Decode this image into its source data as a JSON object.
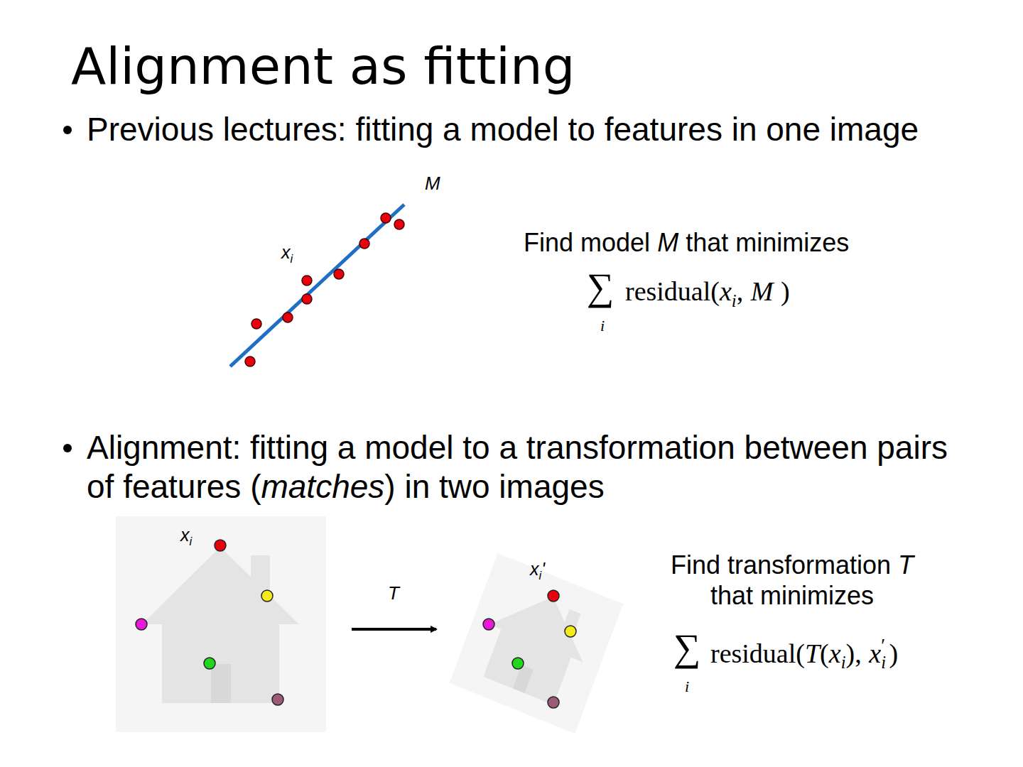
{
  "diagram": {
    "title": "Alignment as fitting",
    "labels": [
      "Previous lectures: fitting a model to features in one image",
      "M",
      "x",
      "i",
      "Find model",
      "M",
      "that minimizes",
      "∑",
      "i",
      "residual(",
      "x",
      "i",
      ",",
      "M",
      ")",
      "Alignment: fitting a model to a transformation between pairs of features (",
      "matches",
      ") in two images",
      "x",
      "i",
      "x",
      "i",
      "'",
      "T",
      "Find transformation",
      "T",
      "that minimizes",
      "∑",
      "i",
      "residual(",
      "T",
      "(",
      "x",
      "i",
      "),",
      "x",
      "′",
      "i",
      ")"
    ]
  }
}
